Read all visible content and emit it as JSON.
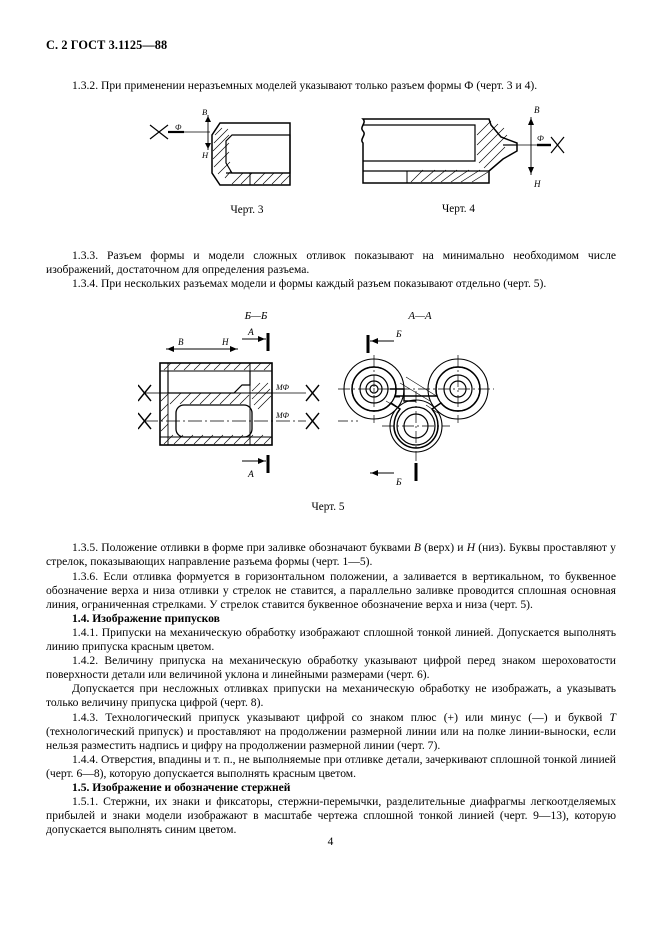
{
  "document": {
    "header": "С. 2  ГОСТ 3.1125—88",
    "page_number": "4"
  },
  "paragraphs": {
    "p132": "1.3.2.  При применении неразъемных моделей указывают только разъем формы Ф (черт. 3 и 4).",
    "p133": "1.3.3.  Разъем формы и модели сложных отливок показывают на минимально необходимом числе изображений, достаточном для определения разъема.",
    "p134": "1.3.4.  При нескольких разъемах модели и формы каждый разъем показывают отдельно (черт. 5).",
    "p135_a": "1.3.5.  Положение отливки в форме при заливке обозначают буквами ",
    "p135_b": " (верх) и ",
    "p135_c": " (низ). Буквы проставляют у стрелок, показывающих направление разъема формы (черт. 1—5).",
    "p136": "1.3.6.  Если отливка формуется в горизонтальном положении, а заливается в вертикальном, то буквенное обозначение верха и низа отливки у стрелок не ставится, а параллельно заливке проводится сплошная основная линия, ограниченная стрелками. У стрелок ставится буквенное обозначение верха и низа (черт. 5).",
    "h14": "1.4.  Изображение припусков",
    "p141": "1.4.1.  Припуски на механическую обработку изображают сплошной тонкой линией. Допускается выполнять линию припуска красным цветом.",
    "p142": "1.4.2.  Величину припуска на механическую обработку указывают цифрой перед знаком шероховатости поверхности детали или величиной уклона и линейными размерами (черт. 6).",
    "p142b": "Допускается при несложных отливках припуски на механическую обработку не изображать, а указывать только величину припуска цифрой (черт. 8).",
    "p143_a": "1.4.3.  Технологический припуск указывают цифрой со знаком плюс (+) или минус (—) и буквой ",
    "p143_b": " (технологический припуск) и проставляют на продолжении размерной линии или на полке линии-выноски, если нельзя разместить надпись и цифру на продолжении размерной линии (черт. 7).",
    "p144": "1.4.4. Отверстия, впадины и т. п., не выполняемые при отливке детали, зачеркивают сплошной тонкой линией (черт. 6—8), которую допускается выполнять красным цветом.",
    "h15": "1.5.  Изображение и обозначение стержней",
    "p151": "1.5.1. Стержни, их знаки и фиксаторы, стержни-перемычки, разделительные диафрагмы легкоотделяемых прибылей и знаки модели изображают в масштабе чертежа сплошной тонкой линией (черт. 9—13), которую допускается выполнять синим цветом."
  },
  "inline_symbols": {
    "B": "В",
    "H": "Н",
    "T": "Т"
  },
  "figures": {
    "fig3": {
      "caption": "Черт. 3",
      "labels": {
        "parting": "Ф",
        "top": "В",
        "bottom": "Н"
      }
    },
    "fig4": {
      "caption": "Черт. 4",
      "labels": {
        "parting": "Ф",
        "top": "В",
        "bottom": "Н"
      }
    },
    "fig5": {
      "caption": "Черт. 5",
      "labels": {
        "view_left": "Б—Б",
        "view_right": "А—А",
        "top": "В",
        "bottom": "Н",
        "section_a_top": "А",
        "section_a_bottom": "А",
        "section_b_top": "Б",
        "section_b_bottom": "Б",
        "mf_upper": "МФ",
        "mf_lower": "МФ"
      }
    }
  }
}
